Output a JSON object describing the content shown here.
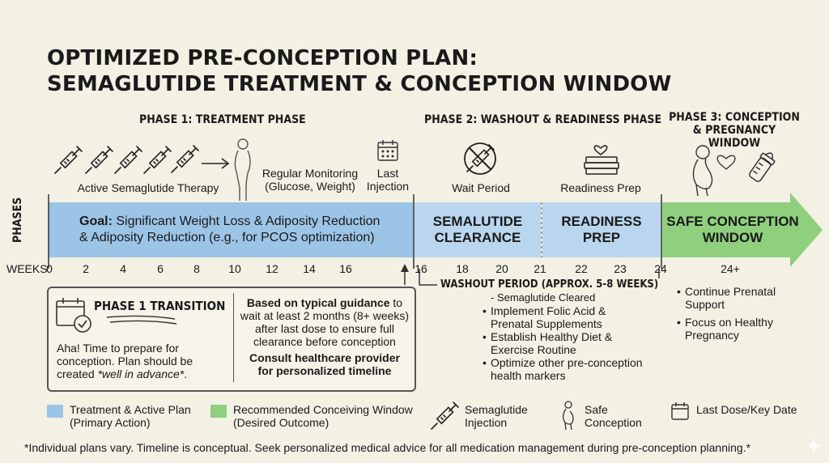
{
  "title": {
    "line1": "OPTIMIZED PRE-CONCEPTION PLAN:",
    "line2": "SEMAGLUTIDE TREATMENT & CONCEPTION WINDOW"
  },
  "phases": {
    "phase1": "PHASE 1: TREATMENT PHASE",
    "phase2": "PHASE 2: WASHOUT & READINESS PHASE",
    "phase3_line1": "PHASE 3: CONCEPTION",
    "phase3_line2": "& PREGNANCY WINDOW"
  },
  "icon_labels": {
    "therapy": "Active Semaglutide Therapy",
    "monitoring_line1": "Regular Monitoring",
    "monitoring_line2": "(Glucose, Weight)",
    "last_injection_line1": "Last",
    "last_injection_line2": "Injection",
    "wait": "Wait Period",
    "readiness": "Readiness Prep"
  },
  "timeline": {
    "phases_label": "PHASES",
    "weeks_label": "WEEKS",
    "goal_bold": "Goal:",
    "goal_line1": "Significant Weight Loss & Adiposity Reduction",
    "goal_line2": "& Adiposity Reduction (e.g., for PCOS optimization)",
    "clearance_line1": "SEMALUTIDE",
    "clearance_line2": "CLEARANCE",
    "readiness_line1": "READINESS",
    "readiness_line2": "PREP",
    "safe_line1": "SAFE CONCEPTION",
    "safe_line2": "WINDOW",
    "ticks_phase1": [
      "0",
      "2",
      "4",
      "6",
      "8",
      "10",
      "12",
      "14",
      "16"
    ],
    "ticks_phase2": [
      "16",
      "18",
      "20",
      "21",
      "22",
      "23",
      "24"
    ],
    "tick_phase3": "24+"
  },
  "transition": {
    "heading": "PHASE 1 TRANSITION",
    "text_line1": "Aha! Time to prepare for",
    "text_line2": "conception. Plan should be",
    "text_line3_pre": "created ",
    "text_line3_em": "*well in advance*",
    "text_line3_post": ".",
    "guidance_bold": "Based on typical guidance",
    "guidance_rest1": " to",
    "guidance_line2": "wait at least 2 months (8+ weeks)",
    "guidance_line3": "after last dose to ensure full",
    "guidance_line4": "clearance before conception",
    "consult_line1": "Consult healthcare provider",
    "consult_line2": "for personalized timeline"
  },
  "washout": {
    "label": "WASHOUT PERIOD (APPROX. 5-8 WEEKS)",
    "items": [
      "- Semaglutide Cleared",
      "Implement Folic Acid &",
      "Prenatal Supplements",
      "Establish Healthy Diet &",
      "Exercise Routine",
      "Optimize other pre-conception",
      "health markers"
    ]
  },
  "phase3_list": {
    "item1_line1": "Continue Prenatal",
    "item1_line2": "Support",
    "item2_line1": "Focus on Healthy",
    "item2_line2": "Pregnancy"
  },
  "legend": {
    "blue_line1": "Treatment & Active Plan",
    "blue_line2": "(Primary Action)",
    "green_line1": "Recommended Conceiving Window",
    "green_line2": "(Desired Outcome)",
    "syringe_line1": "Semaglutide",
    "syringe_line2": "Injection",
    "safe_line1": "Safe",
    "safe_line2": "Conception",
    "calendar": "Last Dose/Key Date"
  },
  "footnote": "*Individual plans vary. Timeline is conceptual. Seek personalized medical advice for all medication management during pre-conception planning.*",
  "colors": {
    "blue": "#9cc4e6",
    "light_blue": "#bad6ee",
    "green": "#8fcf7e",
    "background": "#f3f0e4"
  }
}
